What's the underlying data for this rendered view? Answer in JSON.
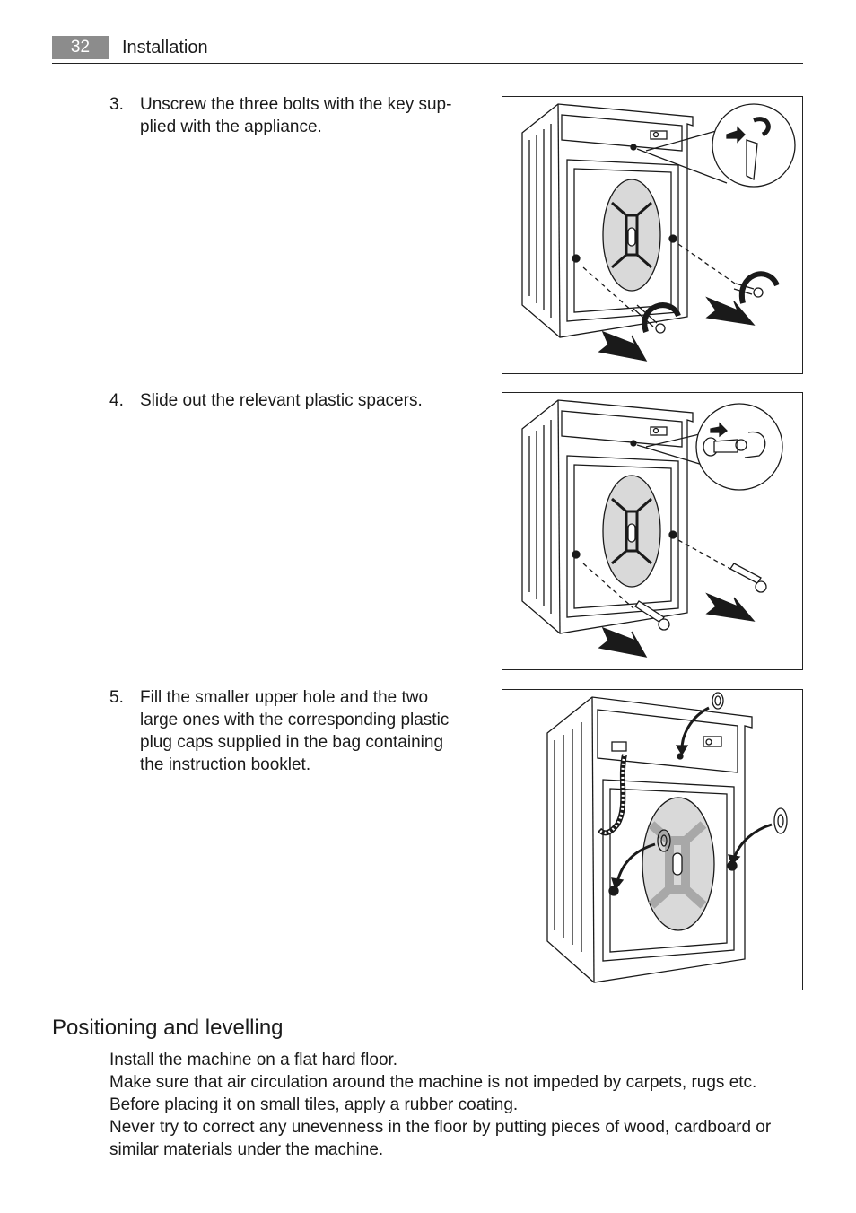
{
  "header": {
    "page_number": "32",
    "section": "Installation"
  },
  "steps": [
    {
      "number": "3.",
      "lines": [
        "Unscrew the three bolts with the key sup-",
        "plied with the appliance."
      ]
    },
    {
      "number": "4.",
      "lines": [
        "Slide out the relevant plastic spacers."
      ]
    },
    {
      "number": "5.",
      "lines": [
        "Fill the smaller upper hole and the two",
        "large ones with the corresponding plastic",
        "plug caps supplied in the bag containing",
        "the instruction booklet."
      ]
    }
  ],
  "positioning": {
    "title": "Positioning and levelling",
    "lines": [
      "Install the machine on a flat hard floor.",
      "Make sure that air circulation around the machine is not impeded by carpets, rugs etc.",
      "Before placing it on small tiles, apply a rubber coating.",
      "Never try to correct any unevenness in the floor by putting pieces of wood, cardboard or",
      "similar materials under the machine."
    ]
  },
  "colors": {
    "page_badge": "#8c8c8c",
    "ink": "#1a1a1a",
    "drum_fill": "#d9d9d9",
    "drum_fill_dark": "#a8a8a8"
  }
}
